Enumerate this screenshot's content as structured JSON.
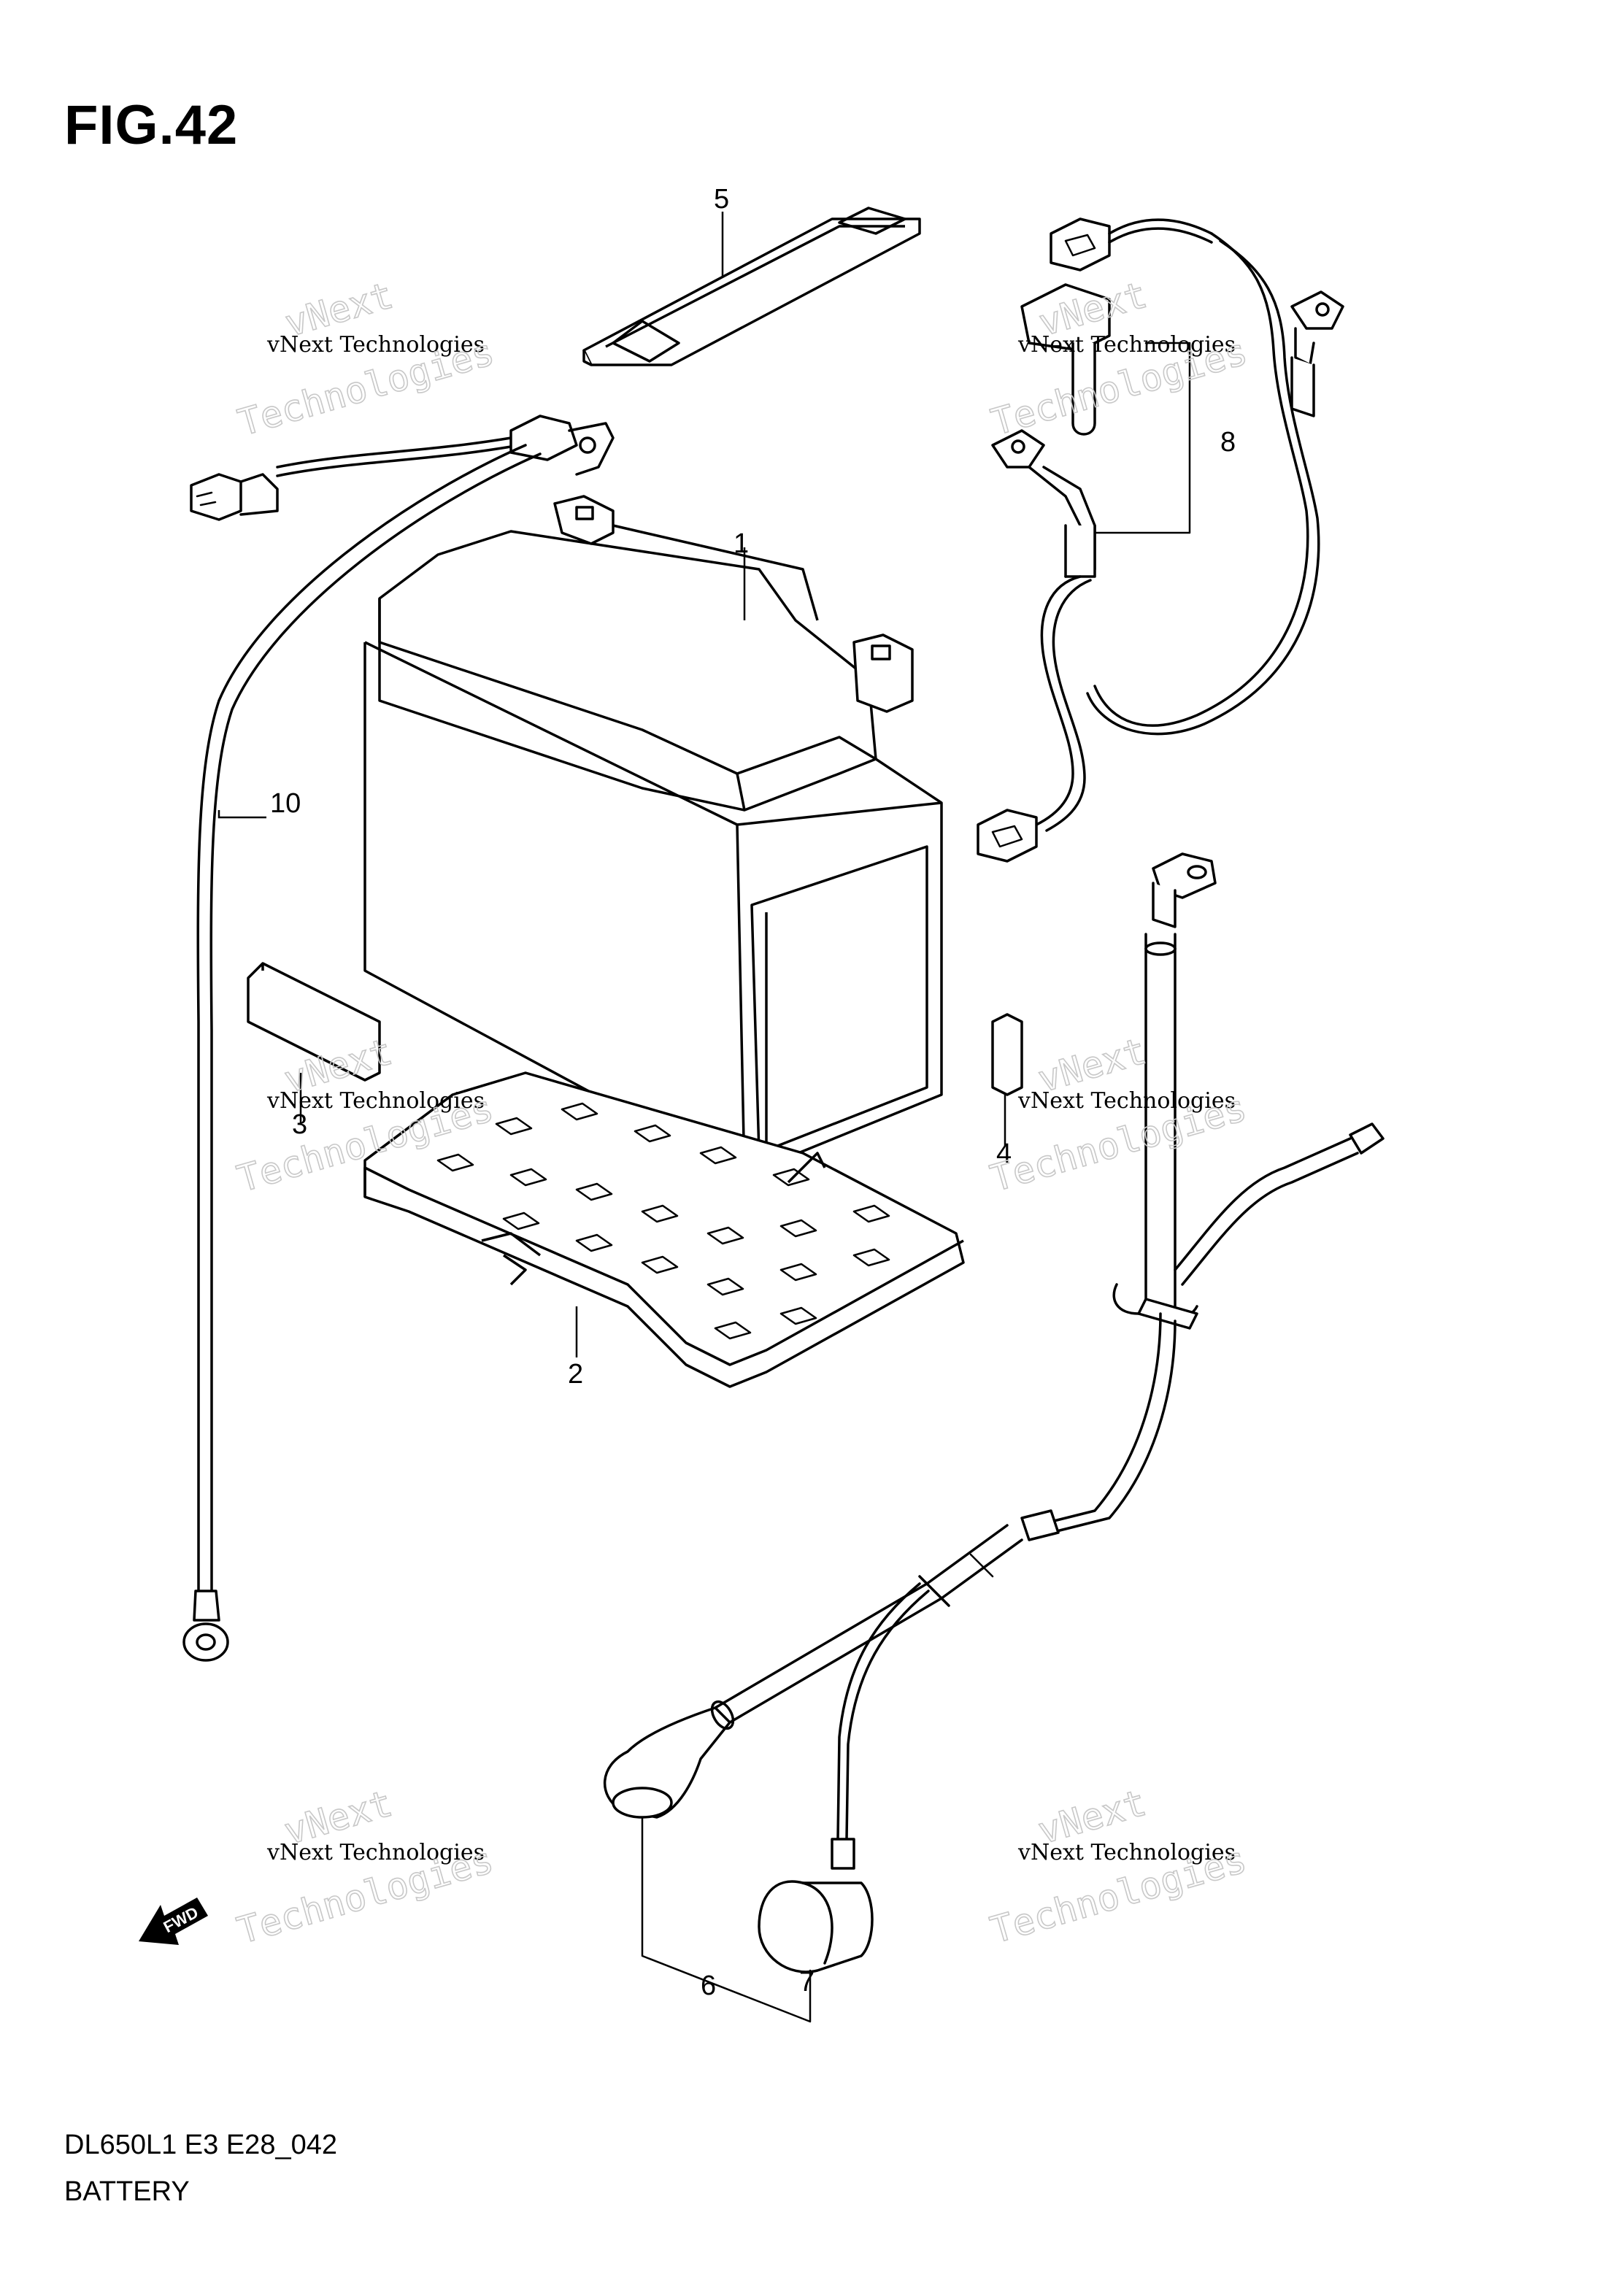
{
  "figure": {
    "title": "FIG.42",
    "model_code": "DL650L1 E3 E28_042",
    "name": "BATTERY"
  },
  "callouts": [
    "1",
    "2",
    "3",
    "4",
    "5",
    "6",
    "7",
    "8",
    "10"
  ],
  "watermark": {
    "line1": "vNext Technologies",
    "line2": "Technologies",
    "line3": "vNext"
  },
  "fwd_label": "FWD"
}
